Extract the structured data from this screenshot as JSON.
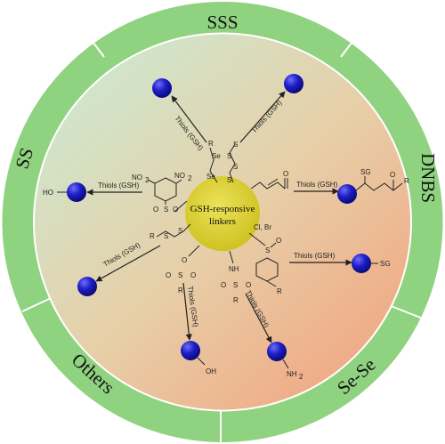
{
  "center": {
    "line1": "GSH-responsive",
    "line2": "linkers"
  },
  "ring_labels": {
    "sss": "SSS",
    "dnbs": "DNBS",
    "sese": "Se-Se",
    "others": "Others",
    "ss": "SS"
  },
  "arrow_label": "Thiols (GSH)",
  "chem": {
    "se": "Se",
    "r": "R",
    "s": "S",
    "o": "O",
    "no2": "NO",
    "sub2": "2",
    "ho": "HO",
    "oh": "OH",
    "nh2": "NH",
    "sg": "SG",
    "nh": "NH",
    "cl_br": "Cl, Br"
  },
  "colors": {
    "ring": "#8fd27f",
    "ring_stroke": "#ffffff",
    "sphere": "#1a1ab8",
    "center": "#d9cf2a",
    "bg_top_left": "#cfe6c9",
    "bg_bottom_right": "#efaa86"
  }
}
